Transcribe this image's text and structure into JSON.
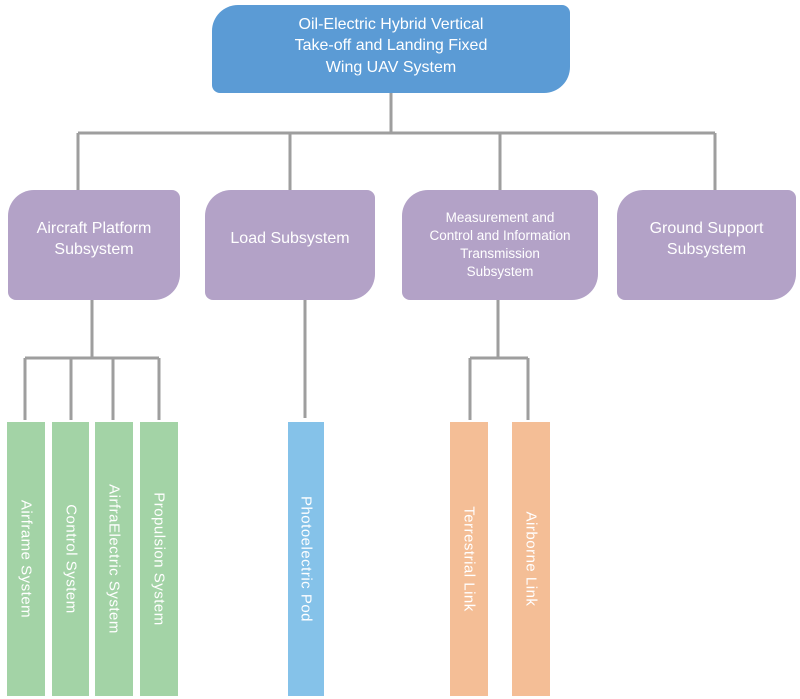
{
  "diagram": {
    "title": "UAV system hierarchy diagram",
    "root": {
      "label": "Oil-Electric Hybrid Vertical\nTake-off and Landing Fixed\nWing UAV System"
    },
    "subsystems": [
      {
        "label": "Aircraft Platform\nSubsystem"
      },
      {
        "label": "Load Subsystem"
      },
      {
        "label": "Measurement and\nControl and Information\nTransmission\nSubsystem"
      },
      {
        "label": "Ground Support\nSubsystem"
      }
    ],
    "components": {
      "aircraft_platform": [
        {
          "label": "Airframe System"
        },
        {
          "label": "Control System"
        },
        {
          "label": "AirfraElectric System"
        },
        {
          "label": "Propulsion System"
        }
      ],
      "load": [
        {
          "label": "Photoelectric Pod"
        }
      ],
      "measurement": [
        {
          "label": "Terrestrial Link"
        },
        {
          "label": "Airborne Link"
        }
      ]
    },
    "colors": {
      "root_box": "#5B9BD5",
      "subsystem_box": "#B3A2C7",
      "aircraft_component_bar": "#A3D3A6",
      "load_component_bar": "#85C2E9",
      "measurement_component_bar": "#F4BE96",
      "connector_line": "#9E9E9E",
      "text": "#FFFFFF"
    }
  }
}
